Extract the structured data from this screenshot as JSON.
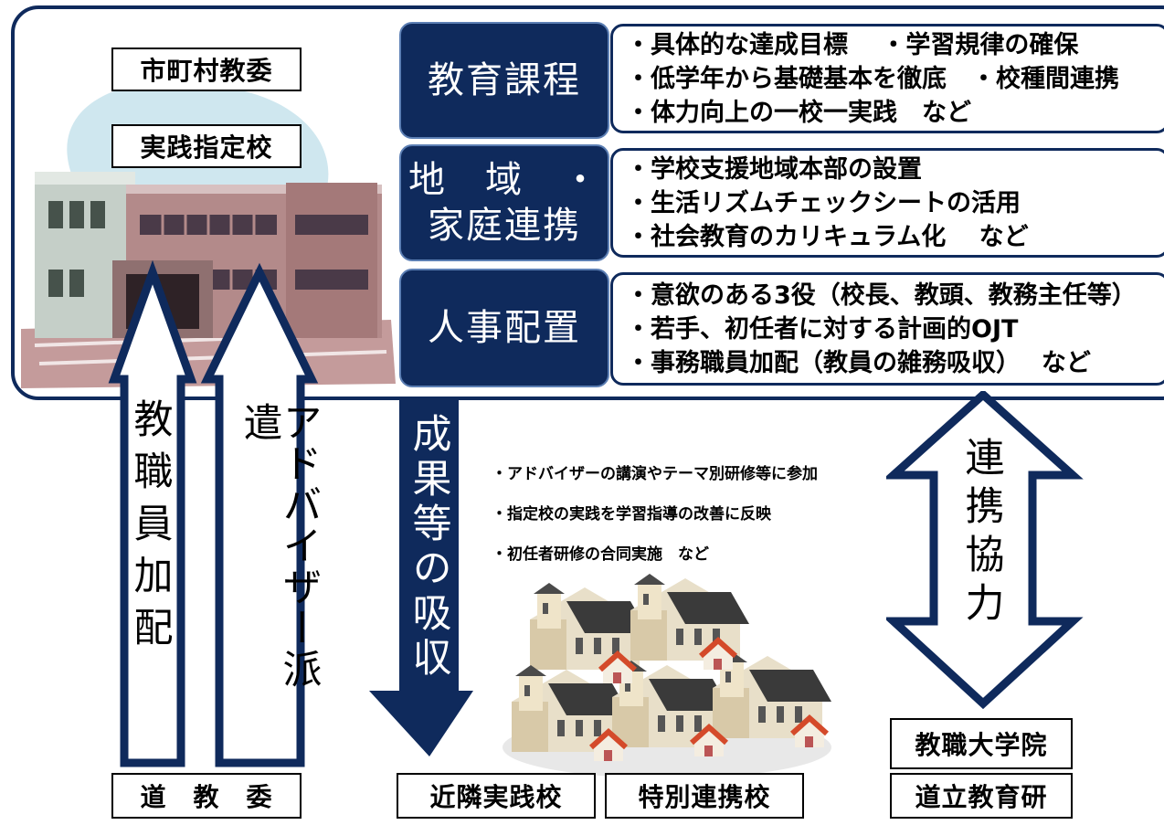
{
  "top_left": {
    "board_label": "市町村教委",
    "school_label": "実践指定校"
  },
  "categories": [
    {
      "title": "教育課程",
      "items": [
        "・具体的な達成目標　 ・学習規律の確保",
        "・低学年から基礎基本を徹底　・校種間連携",
        "・体力向上の一校一実践　など"
      ]
    },
    {
      "title": "地　域　・\n家庭連携",
      "items": [
        "・学校支援地域本部の設置",
        "・生活リズムチェックシートの活用",
        "・社会教育のカリキュラム化　 など"
      ]
    },
    {
      "title": "人事配置",
      "items": [
        "・意欲のある3役（校長、教頭、教務主任等）",
        "・若手、初任者に対する計画的OJT",
        "・事務職員加配（教員の雑務吸収）　 など"
      ]
    }
  ],
  "arrows": {
    "staff": "教職員加配",
    "advisor": "アドバイザー派遣",
    "results": "成果等の吸収",
    "cooperation": "連携協力"
  },
  "absorb_notes": [
    "・アドバイザーの講演やテーマ別研修等に参加",
    "・指定校の実践を学習指導の改善に反映",
    "・初任者研修の合同実施　など"
  ],
  "bottom_labels": {
    "prefectural_board": "道　教　委",
    "nearby_schools": "近隣実践校",
    "special_schools": "特別連携校",
    "grad_school": "教職大学院",
    "institute": "道立教育研"
  },
  "colors": {
    "navy": "#0f2a5c",
    "sky": "#cfe7ef",
    "building": "#b38a8a"
  }
}
